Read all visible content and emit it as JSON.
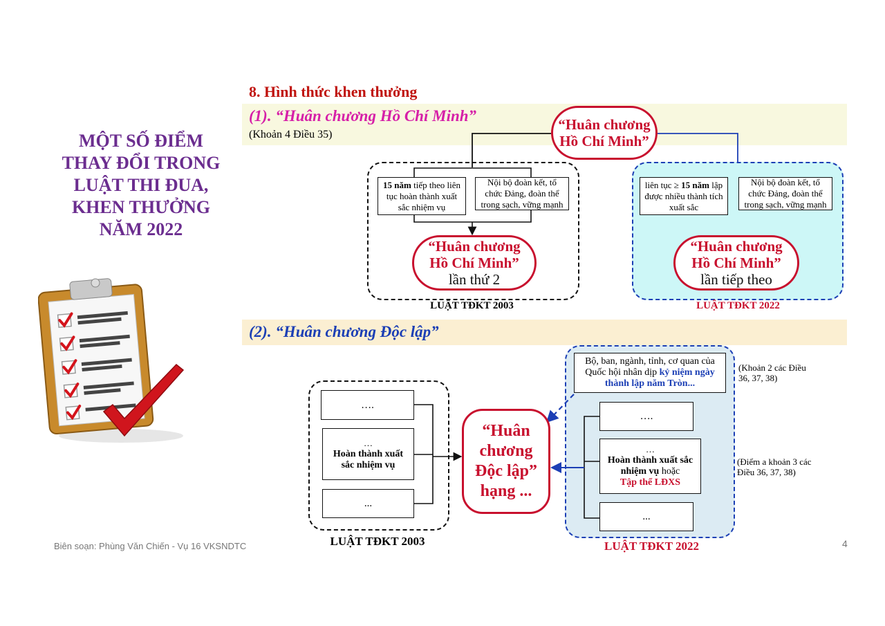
{
  "left_title_lines": [
    "MỘT SỐ ĐIỂM",
    "THAY ĐỔI TRONG",
    "LUẬT THI ĐUA,",
    "KHEN THƯỞNG",
    "NĂM 2022"
  ],
  "section_title": "8. Hình thức khen thưởng",
  "part1": {
    "heading": "(1). “Huân chương Hồ Chí Minh”",
    "citation": "(Khoản 4 Điều 35)",
    "top_oval": [
      "“Huân chương",
      "Hồ Chí Minh”"
    ],
    "left": {
      "box1_bold": "15 năm",
      "box1_rest": "tiếp theo liên tục hoàn thành xuất sắc nhiệm vụ",
      "box2": "Nội bộ đoàn kết, tổ chức Đảng, đoàn thể trong sạch, vững mạnh",
      "oval_red": [
        "“Huân chương",
        "Hồ Chí Minh”"
      ],
      "oval_black": "lần thứ 2",
      "law": "LUẬT TĐKT 2003"
    },
    "right": {
      "box1_pre": "liên tục ≥",
      "box1_bold": "15 năm",
      "box1_rest": "lập được nhiều thành tích xuất sắc",
      "box2": "Nội bộ đoàn kết, tổ chức Đảng, đoàn thể trong sạch, vững mạnh",
      "oval_red": [
        "“Huân chương",
        "Hồ Chí Minh”"
      ],
      "oval_black": "lần tiếp theo",
      "law": "LUẬT TĐKT 2022"
    }
  },
  "part2": {
    "heading": "(2). “Huân chương Độc lập”",
    "left": {
      "box1": "….",
      "box2_dots": "…",
      "box2": "Hoàn thành xuất sắc nhiệm vụ",
      "box3": "...",
      "law": "LUẬT TĐKT 2003"
    },
    "center_oval": [
      "“Huân",
      "chương",
      "Độc lập”",
      "hạng ..."
    ],
    "right": {
      "top_box_text": "Bộ, ban, ngành, tỉnh, cơ quan của Quốc hội nhân dịp",
      "top_box_blue": "kỷ niệm ngày thành lập năm Tròn...",
      "note1": "(Khoản 2 các Điều 36, 37, 38)",
      "box1": "….",
      "box2_dots": "…",
      "box2_bold": "Hoàn thành xuất sắc nhiệm vụ",
      "box2_rest": "hoặc",
      "box2_red": "Tập thể LĐXS",
      "box3": "...",
      "note2": "(Điểm a khoản 3 các Điều 36, 37, 38)",
      "law": "LUẬT TĐKT 2022"
    }
  },
  "footer": "Biên soạn: Phùng Văn Chiến - Vụ 16 VKSNDTC",
  "page_number": "4",
  "colors": {
    "purple": "#6b2d8f",
    "red": "#c8102e",
    "magenta": "#d61fa8",
    "blue": "#1c3fb5",
    "cyan_fill": "#cdf7f7",
    "lightblue_fill": "#dcebf3",
    "band_yellow": "#f8f8df",
    "band_beige": "#fbefd2"
  },
  "icons": [
    "clipboard-checklist-icon",
    "red-checkmark-icon"
  ]
}
